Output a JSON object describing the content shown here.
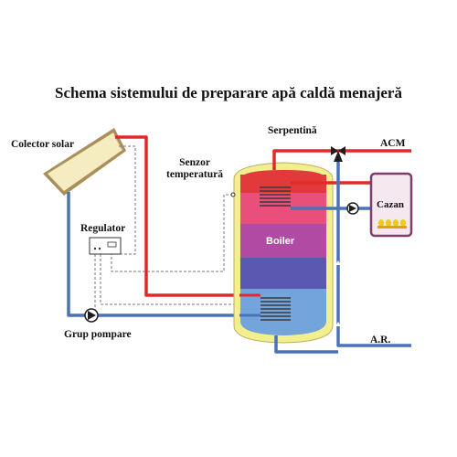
{
  "title": "Schema sistemului de preparare apă caldă menajeră",
  "labels": {
    "collector": "Colector solar",
    "sensor_line1": "Senzor",
    "sensor_line2": "temperatură",
    "serpentine": "Serpentină",
    "acm": "ACM",
    "regulator": "Regulator",
    "boiler": "Boiler",
    "cazan": "Cazan",
    "pump_group": "Grup pompare",
    "cold_water": "A.R."
  },
  "colors": {
    "hot_pipe": "#e02a2a",
    "cold_pipe": "#4a72b8",
    "tank_top": "#e23a3a",
    "tank_upper": "#e84f7a",
    "tank_middle": "#b04aa3",
    "tank_lower": "#5a58b0",
    "tank_bottom": "#74a4dc",
    "tank_shell": "#f3ee8e",
    "collector_frame": "#a98f5a",
    "collector_panel": "#f6ecc2",
    "cazan_body": "#f6e8ef",
    "cazan_frame": "#7b3f6e",
    "flame": "#f2c81a"
  },
  "icons": [
    "pump-icon",
    "three-way-valve-icon",
    "flame-icon",
    "regulator-icon"
  ]
}
